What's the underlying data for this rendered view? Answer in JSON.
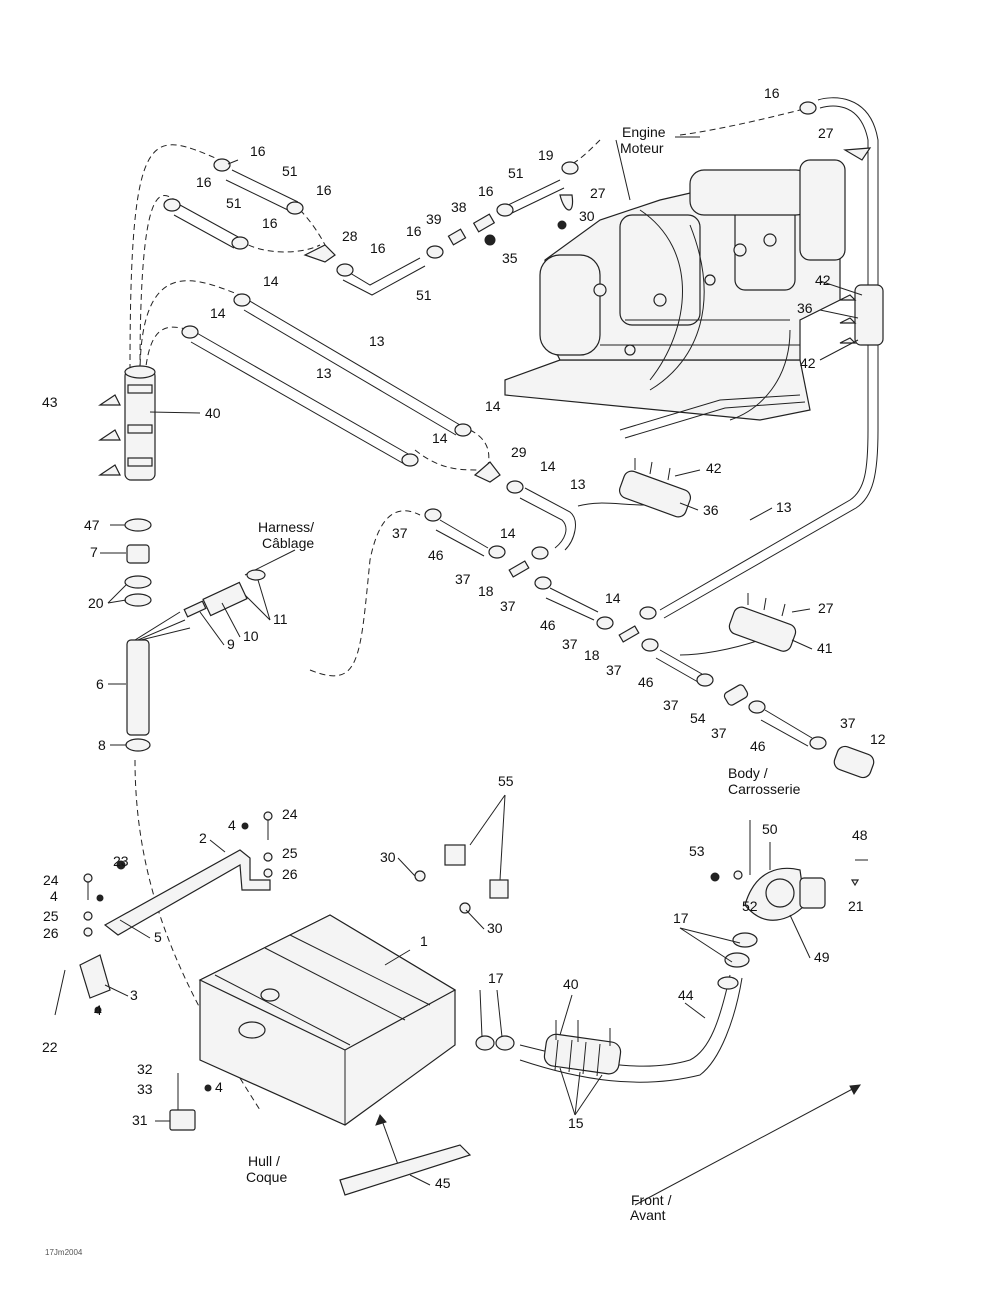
{
  "labels": {
    "engine": "Engine",
    "moteur": "Moteur",
    "harness": "Harness/",
    "cablage": "Câblage",
    "body": "Body /",
    "carrosserie": "Carrosserie",
    "hull": "Hull /",
    "coque": "Coque",
    "front": "Front /",
    "avant": "Avant",
    "footer_code": "17Jm2004"
  },
  "callouts": {
    "c16a": "16",
    "c16b": "16",
    "c16c": "16",
    "c16d": "16",
    "c16e": "16",
    "c16f": "16",
    "c16g": "16",
    "c16h": "16",
    "c51a": "51",
    "c51b": "51",
    "c51c": "51",
    "c51d": "51",
    "c28": "28",
    "c39": "39",
    "c38": "38",
    "c35": "35",
    "c19": "19",
    "c27a": "27",
    "c27b": "27",
    "c27c": "27",
    "c30a": "30",
    "c30b": "30",
    "c30c": "30",
    "c14a": "14",
    "c14b": "14",
    "c14c": "14",
    "c14d": "14",
    "c14e": "14",
    "c14f": "14",
    "c14g": "14",
    "c13a": "13",
    "c13b": "13",
    "c13c": "13",
    "c13d": "13",
    "c43": "43",
    "c40a": "40",
    "c40b": "40",
    "c29": "29",
    "c42a": "42",
    "c42b": "42",
    "c42c": "42",
    "c36a": "36",
    "c36b": "36",
    "c47": "47",
    "c7": "7",
    "c20": "20",
    "c11": "11",
    "c10": "10",
    "c9": "9",
    "c6": "6",
    "c8": "8",
    "c37a": "37",
    "c37b": "37",
    "c37c": "37",
    "c37d": "37",
    "c37e": "37",
    "c37f": "37",
    "c37g": "37",
    "c37h": "37",
    "c46a": "46",
    "c46b": "46",
    "c46c": "46",
    "c46d": "46",
    "c18a": "18",
    "c18b": "18",
    "c41": "41",
    "c54": "54",
    "c12": "12",
    "c50": "50",
    "c48": "48",
    "c53": "53",
    "c52": "52",
    "c21": "21",
    "c49": "49",
    "c55": "55",
    "c1": "1",
    "c2": "2",
    "c4a": "4",
    "c4b": "4",
    "c4c": "4",
    "c4d": "4",
    "c24a": "24",
    "c24b": "24",
    "c25a": "25",
    "c25b": "25",
    "c26a": "26",
    "c26b": "26",
    "c23": "23",
    "c5": "5",
    "c3": "3",
    "c22": "22",
    "c17a": "17",
    "c17b": "17",
    "c44": "44",
    "c15": "15",
    "c32": "32",
    "c33": "33",
    "c31": "31",
    "c45": "45"
  }
}
